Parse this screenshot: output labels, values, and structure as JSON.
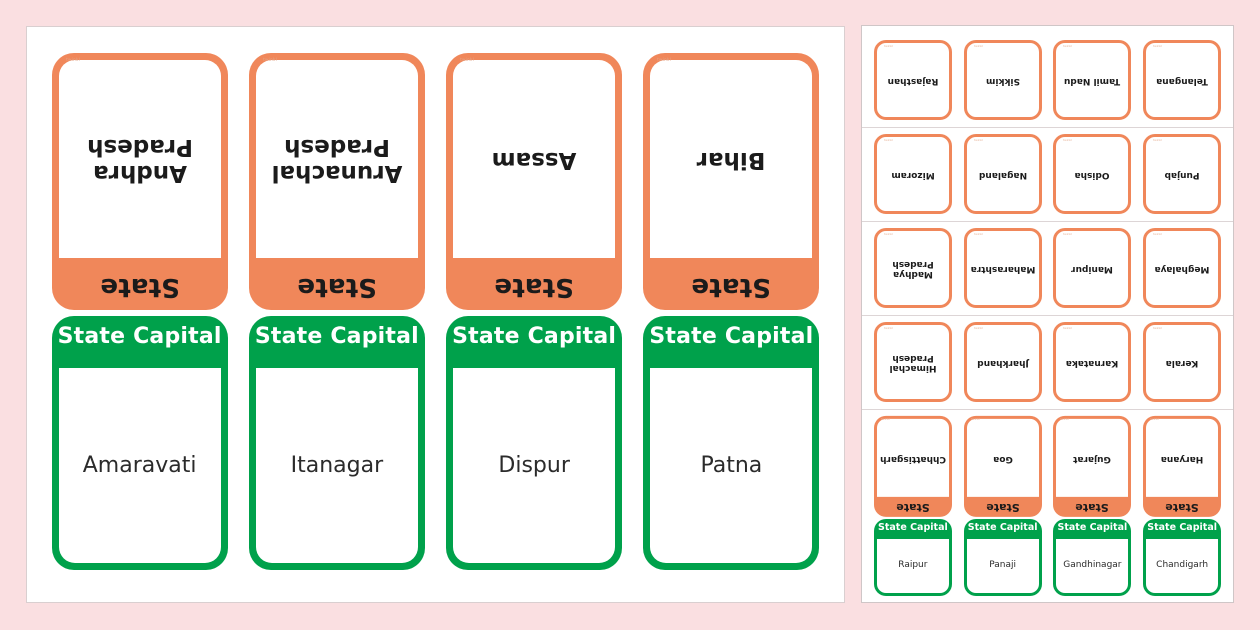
{
  "theme": {
    "page_background": "#fadfe1",
    "state_color": "#f0875a",
    "capital_color": "#00a14b",
    "card_text_color": "#1b1b1b",
    "panel_background": "#ffffff"
  },
  "labels": {
    "state_heading": "State",
    "capital_heading": "State Capital",
    "watermark": "twinkl"
  },
  "left_panel": {
    "cards": [
      {
        "state": "Andhra Pradesh",
        "capital": "Amaravati"
      },
      {
        "state": "Arunachal Pradesh",
        "capital": "Itanagar"
      },
      {
        "state": "Assam",
        "capital": "Dispur"
      },
      {
        "state": "Bihar",
        "capital": "Patna"
      }
    ]
  },
  "right_panel": {
    "rows": [
      {
        "has_capital": false,
        "cards": [
          {
            "state": "Rajasthan"
          },
          {
            "state": "Sikkim"
          },
          {
            "state": "Tamil Nadu"
          },
          {
            "state": "Telangana"
          }
        ]
      },
      {
        "has_capital": false,
        "cards": [
          {
            "state": "Mizoram"
          },
          {
            "state": "Nagaland"
          },
          {
            "state": "Odisha"
          },
          {
            "state": "Punjab"
          }
        ]
      },
      {
        "has_capital": false,
        "cards": [
          {
            "state": "Madhya Pradesh"
          },
          {
            "state": "Maharashtra"
          },
          {
            "state": "Manipur"
          },
          {
            "state": "Meghalaya"
          }
        ]
      },
      {
        "has_capital": false,
        "cards": [
          {
            "state": "Himachal Pradesh"
          },
          {
            "state": "Jharkhand"
          },
          {
            "state": "Karnataka"
          },
          {
            "state": "Kerala"
          }
        ]
      },
      {
        "has_capital": true,
        "cards": [
          {
            "state": "Chhattisgarh",
            "capital": "Raipur"
          },
          {
            "state": "Goa",
            "capital": "Panaji"
          },
          {
            "state": "Gujarat",
            "capital": "Gandhinagar"
          },
          {
            "state": "Haryana",
            "capital": "Chandigarh"
          }
        ]
      }
    ]
  }
}
